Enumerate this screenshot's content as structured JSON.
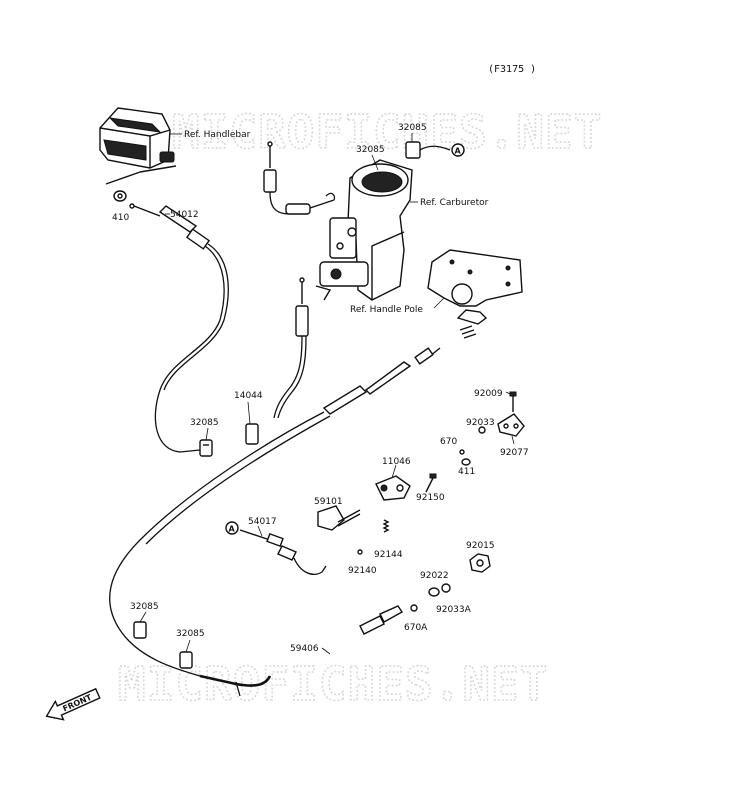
{
  "figure_code": "(F3175 )",
  "watermark": "MICROFICHES.NET",
  "front_label": "FRONT",
  "callout_symbol": "A",
  "references": {
    "handlebar": "Ref. Handlebar",
    "carburetor": "Ref. Carburetor",
    "handle_pole": "Ref. Handle Pole"
  },
  "parts": {
    "p32085_top": "32085",
    "p32085_top2": "32085",
    "p410": "410",
    "p54012": "54012",
    "p14044": "14044",
    "p32085_left": "32085",
    "p92009": "92009",
    "p92033": "92033",
    "p670": "670",
    "p411": "411",
    "p92077": "92077",
    "p11046": "11046",
    "p92150": "92150",
    "p59101": "59101",
    "p54017": "54017",
    "p92144": "92144",
    "p92140": "92140",
    "p92015": "92015",
    "p92022": "92022",
    "p92033A": "92033A",
    "p670A": "670A",
    "p32085_bl1": "32085",
    "p32085_bl2": "32085",
    "p59406": "59406"
  }
}
